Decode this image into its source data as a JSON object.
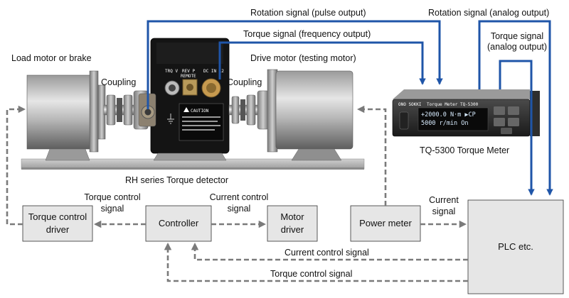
{
  "labels": {
    "rotation_pulse": "Rotation signal (pulse output)",
    "rotation_analog": "Rotation signal (analog output)",
    "torque_frequency": "Torque signal (frequency output)",
    "torque_analog_1": "Torque signal",
    "torque_analog_2": "(analog output)",
    "load_motor": "Load motor or brake",
    "drive_motor": "Drive motor (testing motor)",
    "coupling_left": "Coupling",
    "coupling_right": "Coupling",
    "torque_detector": "RH series Torque detector",
    "meter_name": "TQ-5300 Torque Meter",
    "torque_control_signal_top_1": "Torque control",
    "torque_control_signal_top_2": "signal",
    "current_control_signal_top_1": "Current control",
    "current_control_signal_top_2": "signal",
    "current_signal_1": "Current",
    "current_signal_2": "signal",
    "current_control_signal_bottom": "Current control signal",
    "torque_control_signal_bottom": "Torque control signal"
  },
  "blocks": {
    "torque_control_driver_1": "Torque control",
    "torque_control_driver_2": "driver",
    "controller": "Controller",
    "motor_driver_1": "Motor",
    "motor_driver_2": "driver",
    "power_meter": "Power meter",
    "plc": "PLC etc."
  },
  "device_text": {
    "caution": "CAUTION",
    "trq": "TRQ V",
    "rev_p": "REV P",
    "remote": "REMOTE",
    "dc": "DC IN 12",
    "brand": "ONO SOKKI",
    "meter_title": "Torque Meter  TQ-5300",
    "display_line1": "+2000.0 N·m  ▶CP",
    "display_line2": "5000 r/min    On"
  },
  "colors": {
    "signal_blue": "#1f55a8",
    "control_dash": "#7a7a7a",
    "block_fill": "#e6e6e6"
  }
}
